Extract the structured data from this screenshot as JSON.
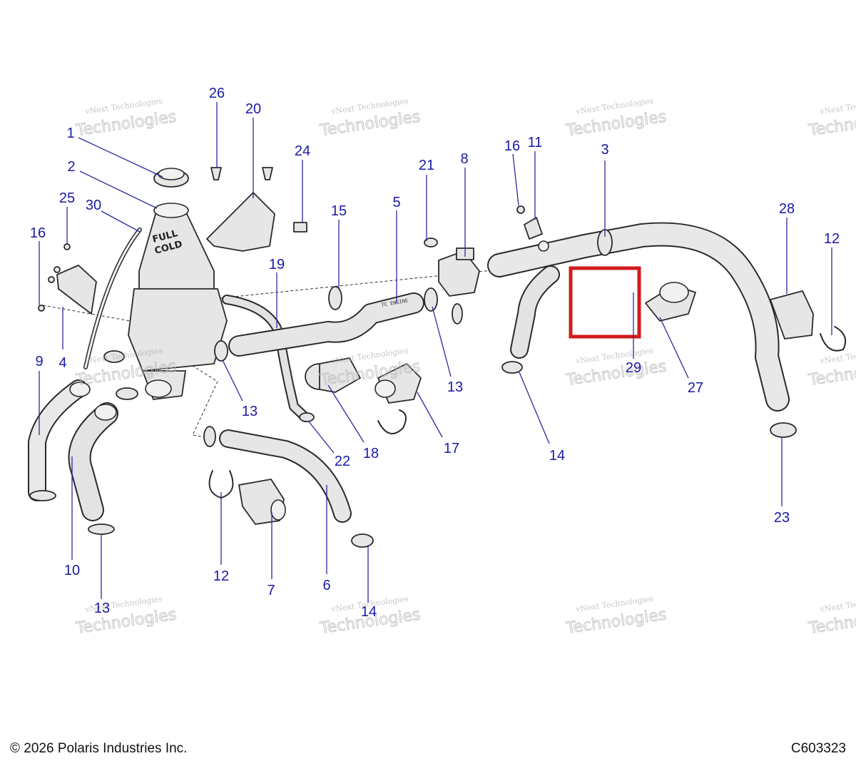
{
  "callouts": [
    {
      "id": "c1",
      "label": "1"
    },
    {
      "id": "c2",
      "label": "2"
    },
    {
      "id": "c3",
      "label": "3"
    },
    {
      "id": "c4",
      "label": "4"
    },
    {
      "id": "c5",
      "label": "5"
    },
    {
      "id": "c6",
      "label": "6"
    },
    {
      "id": "c7",
      "label": "7"
    },
    {
      "id": "c8",
      "label": "8"
    },
    {
      "id": "c9",
      "label": "9"
    },
    {
      "id": "c10",
      "label": "10"
    },
    {
      "id": "c11",
      "label": "11"
    },
    {
      "id": "c12a",
      "label": "12"
    },
    {
      "id": "c12b",
      "label": "12"
    },
    {
      "id": "c13a",
      "label": "13"
    },
    {
      "id": "c13b",
      "label": "13"
    },
    {
      "id": "c13c",
      "label": "13"
    },
    {
      "id": "c14a",
      "label": "14"
    },
    {
      "id": "c14b",
      "label": "14"
    },
    {
      "id": "c15",
      "label": "15"
    },
    {
      "id": "c16a",
      "label": "16"
    },
    {
      "id": "c16b",
      "label": "16"
    },
    {
      "id": "c17",
      "label": "17"
    },
    {
      "id": "c18",
      "label": "18"
    },
    {
      "id": "c19",
      "label": "19"
    },
    {
      "id": "c20",
      "label": "20"
    },
    {
      "id": "c21",
      "label": "21"
    },
    {
      "id": "c22",
      "label": "22"
    },
    {
      "id": "c23",
      "label": "23"
    },
    {
      "id": "c24",
      "label": "24"
    },
    {
      "id": "c25",
      "label": "25"
    },
    {
      "id": "c26",
      "label": "26"
    },
    {
      "id": "c27",
      "label": "27"
    },
    {
      "id": "c28",
      "label": "28"
    },
    {
      "id": "c29",
      "label": "29"
    },
    {
      "id": "c30",
      "label": "30"
    }
  ],
  "tank_label_line1": "FULL",
  "tank_label_line2": "COLD",
  "hose_stamp": "TC ENGINE",
  "watermark": {
    "small_text": "vNext Technologies",
    "large_text": "Technologies",
    "top_text": "vNext"
  },
  "highlight_color": "#d01c1c",
  "footer": {
    "copyright": "© 2026 Polaris Industries Inc.",
    "code": "C603323"
  }
}
